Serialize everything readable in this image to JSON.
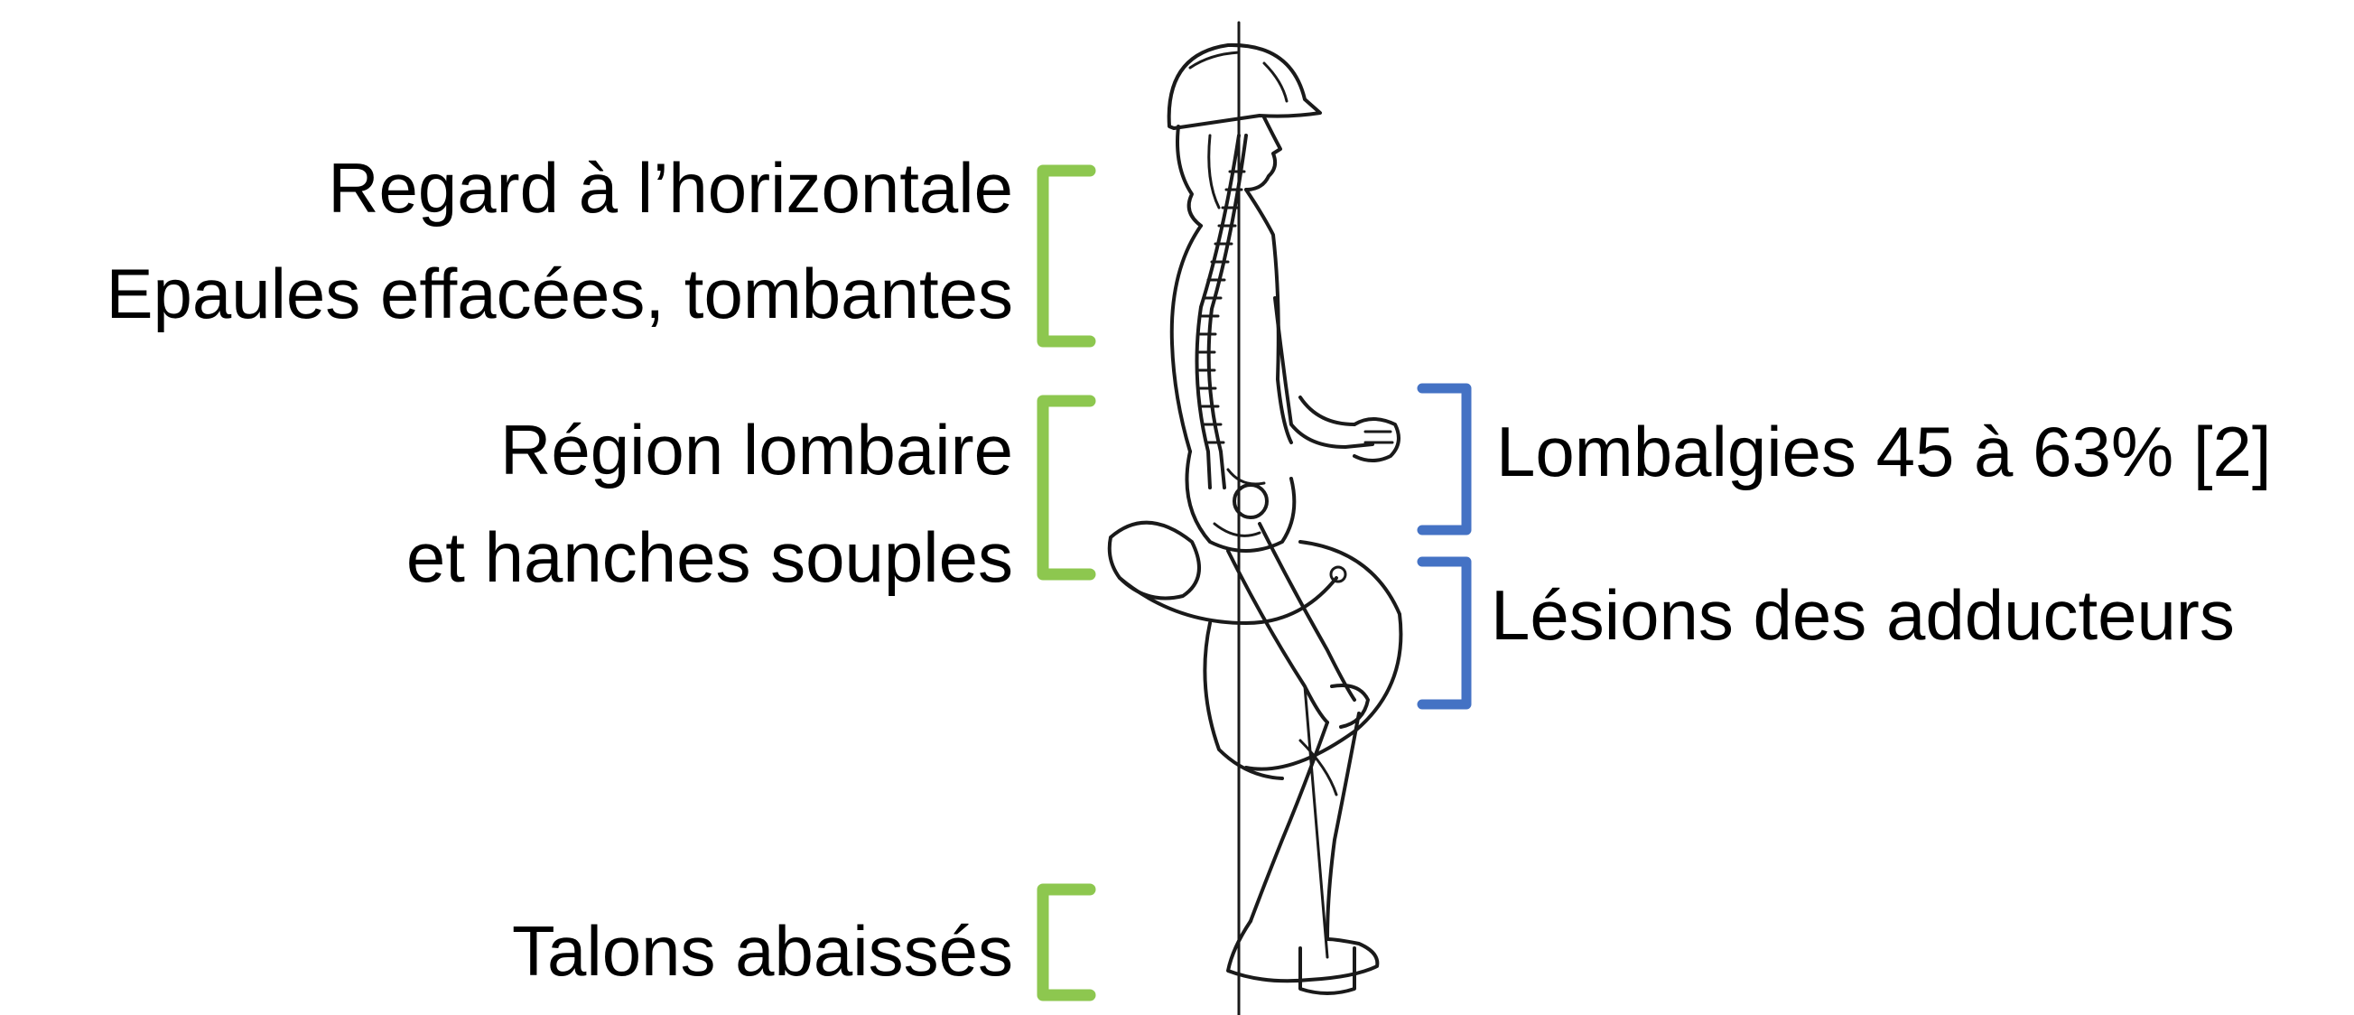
{
  "colors": {
    "good_posture_bracket": "#8dc74f",
    "injury_bracket": "#4472c4",
    "text": "#000000",
    "background": "#ffffff"
  },
  "posture_labels": [
    "Regard à l’horizontale",
    "Epaules effacées, tombantes",
    "Région lombaire",
    "et hanches souples",
    "Talons abaissés"
  ],
  "injury_labels": [
    "Lombalgies 45 à 63% [2]",
    "Lésions des adducteurs"
  ],
  "illustration": {
    "icon": "horse-rider-posture-illustration"
  }
}
